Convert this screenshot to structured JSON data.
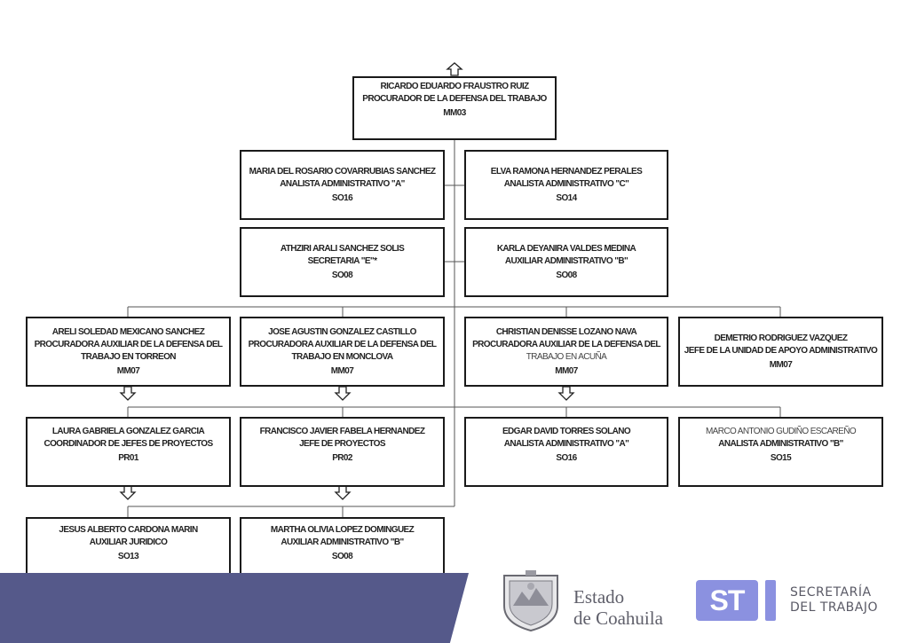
{
  "org_chart": {
    "head": {
      "name": "RICARDO EDUARDO FRAUSTRO RUIZ",
      "title": "PROCURADOR DE LA DEFENSA DEL TRABAJO",
      "code": "MM03"
    },
    "staff_row1": [
      {
        "name": "MARIA DEL ROSARIO COVARRUBIAS SANCHEZ",
        "title": "ANALISTA ADMINISTRATIVO \"A\"",
        "code": "SO16"
      },
      {
        "name": "ELVA RAMONA HERNANDEZ PERALES",
        "title": "ANALISTA ADMINISTRATIVO \"C\"",
        "code": "SO14"
      }
    ],
    "staff_row2": [
      {
        "name": "ATHZIRI ARALI SANCHEZ SOLIS",
        "title": "SECRETARIA \"E\"*",
        "code": "SO08"
      },
      {
        "name": "KARLA DEYANIRA VALDES MEDINA",
        "title": "AUXILIAR ADMINISTRATIVO \"B\"",
        "code": "SO08"
      }
    ],
    "units": [
      {
        "name": "ARELI SOLEDAD MEXICANO SANCHEZ",
        "title1": "PROCURADORA AUXILIAR DE LA DEFENSA DEL",
        "title2": "TRABAJO EN TORREON",
        "code": "MM07"
      },
      {
        "name": "JOSE AGUSTIN GONZALEZ CASTILLO",
        "title1": "PROCURADORA AUXILIAR DE LA DEFENSA DEL",
        "title2": "TRABAJO EN MONCLOVA",
        "code": "MM07"
      },
      {
        "name": "CHRISTIAN DENISSE LOZANO NAVA",
        "title1": "PROCURADORA AUXILIAR DE LA DEFENSA DEL",
        "title2": "TRABAJO EN ACUÑA",
        "code": "MM07"
      },
      {
        "name": "DEMETRIO RODRIGUEZ VAZQUEZ",
        "title": "JEFE DE LA UNIDAD DE APOYO ADMINISTRATIVO",
        "code": "MM07"
      }
    ],
    "level3": [
      {
        "name": "LAURA GABRIELA GONZALEZ GARCIA",
        "title": "COORDINADOR DE JEFES DE PROYECTOS",
        "code": "PR01"
      },
      {
        "name": "FRANCISCO JAVIER FABELA HERNANDEZ",
        "title": "JEFE DE PROYECTOS",
        "code": "PR02"
      },
      {
        "name": "EDGAR DAVID TORRES SOLANO",
        "title": "ANALISTA ADMINISTRATIVO \"A\"",
        "code": "SO16"
      },
      {
        "name": "MARCO ANTONIO GUDIÑO ESCAREÑO",
        "title": "ANALISTA ADMINISTRATIVO \"B\"",
        "code": "SO15"
      }
    ],
    "level4": [
      {
        "name": "JESUS ALBERTO CARDONA MARIN",
        "title": "AUXILIAR JURIDICO",
        "code": "SO13"
      },
      {
        "name": "MARTHA OLIVIA LOPEZ DOMINGUEZ",
        "title": "AUXILIAR ADMINISTRATIVO \"B\"",
        "code": "SO08"
      }
    ]
  },
  "footer": {
    "state_logo_line1": "Estado",
    "state_logo_line2": "de Coahuila",
    "st_badge": "ST",
    "st_line1": "SECRETARÍA",
    "st_line2": "DEL TRABAJO"
  },
  "colors": {
    "band": "#55598a",
    "st_accent": "#8b91e0",
    "border": "#1a1a1a"
  },
  "icons": [
    "up-arrow-icon",
    "down-arrow-icon",
    "state-seal-icon"
  ]
}
